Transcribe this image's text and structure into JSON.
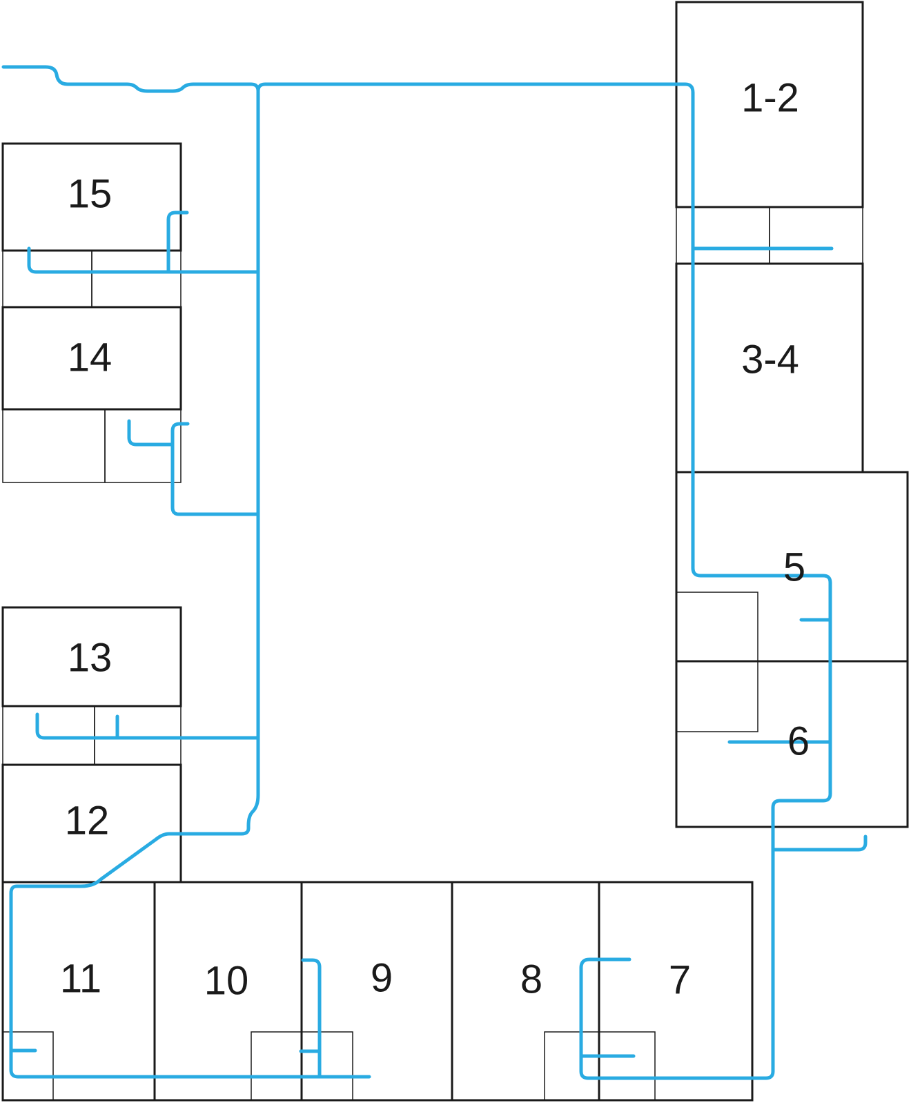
{
  "colors": {
    "pipe": "#29abe2",
    "outline": "#1a1a1a"
  },
  "units": [
    {
      "id": "u1-2",
      "label": "1-2"
    },
    {
      "id": "u3-4",
      "label": "3-4"
    },
    {
      "id": "u5",
      "label": "5"
    },
    {
      "id": "u6",
      "label": "6"
    },
    {
      "id": "u7",
      "label": "7"
    },
    {
      "id": "u8",
      "label": "8"
    },
    {
      "id": "u9",
      "label": "9"
    },
    {
      "id": "u10",
      "label": "10"
    },
    {
      "id": "u11",
      "label": "11"
    },
    {
      "id": "u12",
      "label": "12"
    },
    {
      "id": "u13",
      "label": "13"
    },
    {
      "id": "u14",
      "label": "14"
    },
    {
      "id": "u15",
      "label": "15"
    }
  ]
}
